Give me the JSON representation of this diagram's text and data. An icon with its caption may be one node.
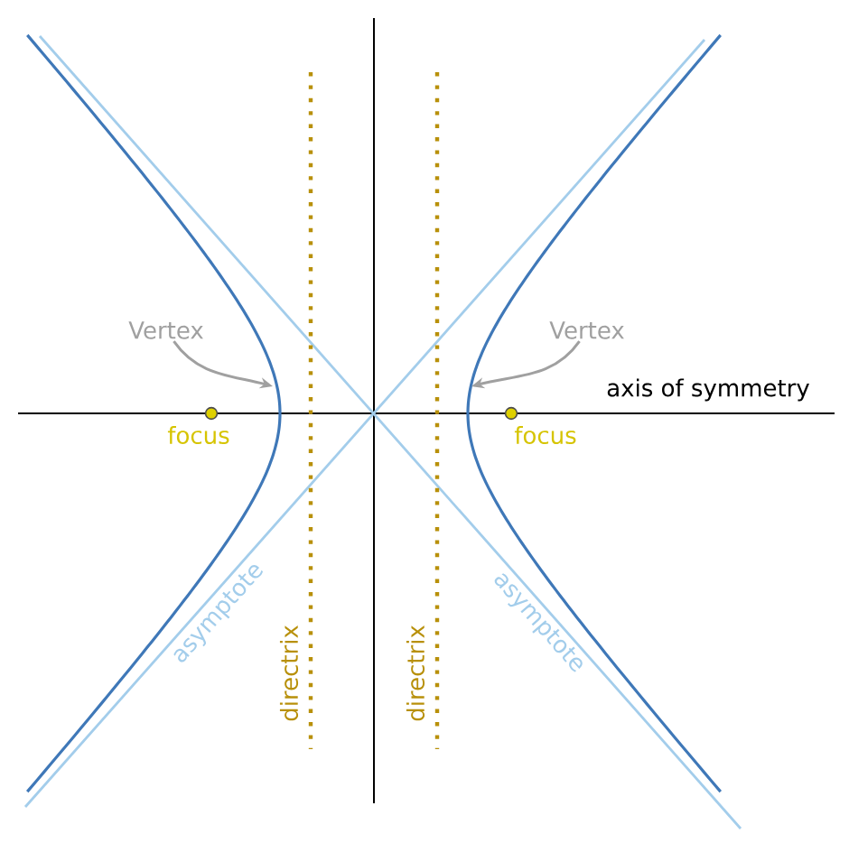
{
  "diagram": {
    "nodes": [
      {
        "text": [
          "Vertex"
        ]
      },
      {
        "text": [
          "Vertex"
        ]
      }
    ],
    "edges": [
      {
        "from": 0,
        "to": null,
        "arrow": "to"
      },
      {
        "from": 1,
        "to": null,
        "arrow": "to"
      }
    ],
    "labels": [
      "axis of symmetry",
      "focus",
      "focus",
      "asymptote",
      "directrix",
      "directrix",
      "asymptote"
    ]
  }
}
